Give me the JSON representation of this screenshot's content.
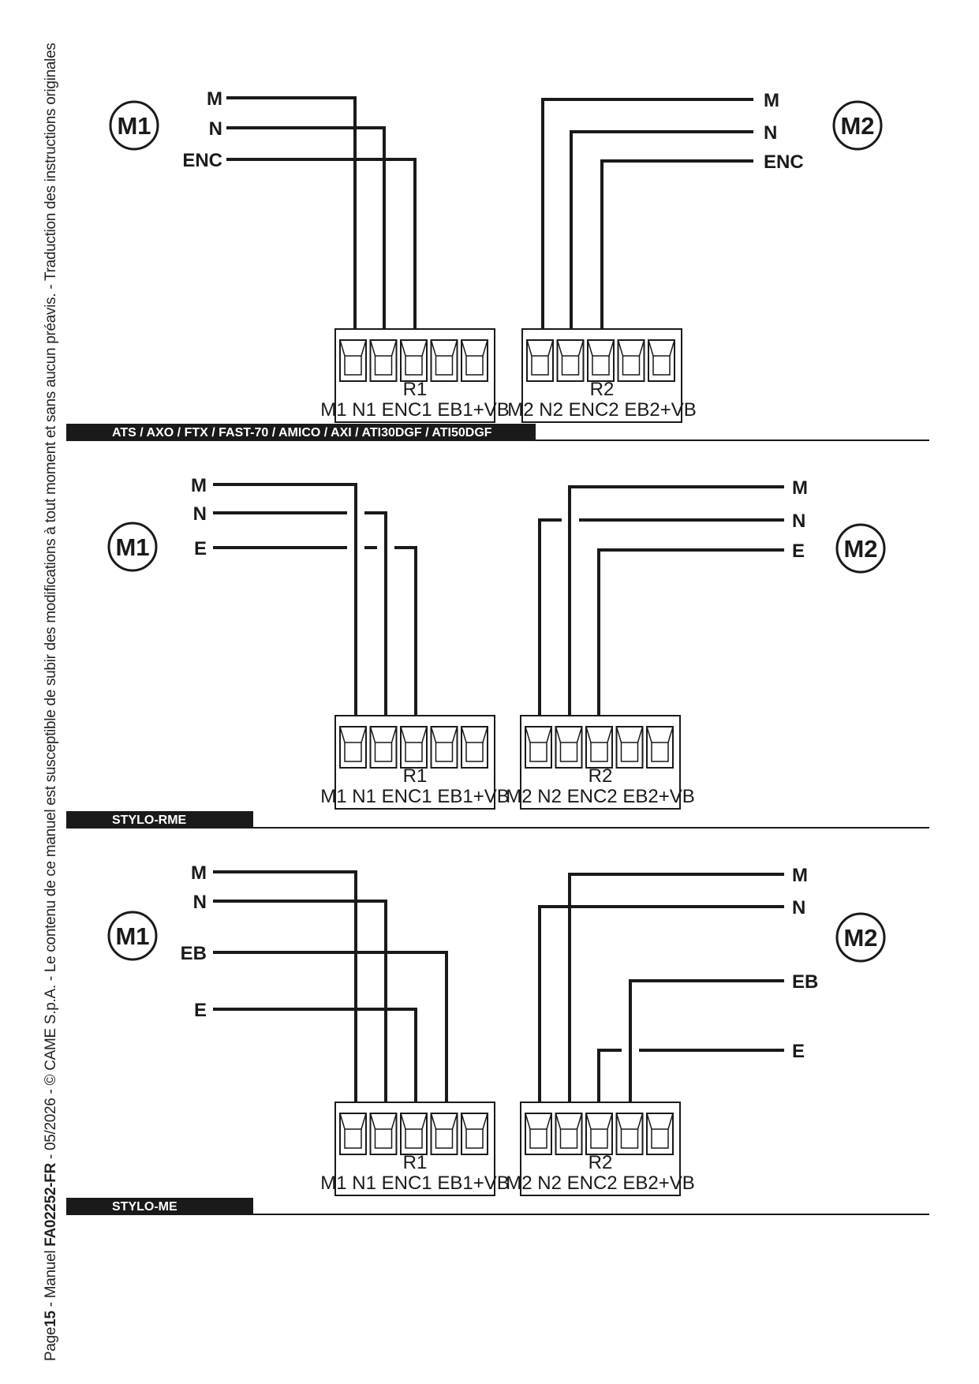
{
  "side_note": {
    "page_word": "Page",
    "page_number": "15",
    "sep1": " - Manuel ",
    "doc_code": "FA02252-FR",
    "rest": " - 05/2026 - © CAME S.p.A. - Le contenu de ce manuel est susceptible de subir des modifications à tout moment et sans aucun préavis. - Traduction des instructions originales"
  },
  "sections": [
    {
      "band": "ATS / AXO / FTX / FAST-70 / AMICO / AXI / ATI30DGF / ATI50DGF",
      "motor_left": "M1",
      "motor_right": "M2",
      "left_wires": [
        "M",
        "N",
        "ENC"
      ],
      "right_wires": [
        "M",
        "N",
        "ENC"
      ],
      "block_left": {
        "name": "R1",
        "terminals": "M1 N1 ENC1 EB1+VB"
      },
      "block_right": {
        "name": "R2",
        "terminals": "M2 N2 ENC2 EB2+VB"
      }
    },
    {
      "band": "STYLO-RME",
      "motor_left": "M1",
      "motor_right": "M2",
      "left_wires": [
        "M",
        "N",
        "E"
      ],
      "right_wires": [
        "M",
        "N",
        "E"
      ],
      "block_left": {
        "name": "R1",
        "terminals": "M1 N1 ENC1 EB1+VB"
      },
      "block_right": {
        "name": "R2",
        "terminals": "M2 N2 ENC2 EB2+VB"
      }
    },
    {
      "band": "STYLO-ME",
      "motor_left": "M1",
      "motor_right": "M2",
      "left_wires": [
        "M",
        "N",
        "EB",
        "E"
      ],
      "right_wires": [
        "M",
        "N",
        "EB",
        "E"
      ],
      "block_left": {
        "name": "R1",
        "terminals": "M1 N1 ENC1 EB1+VB"
      },
      "block_right": {
        "name": "R2",
        "terminals": "M2 N2 ENC2 EB2+VB"
      }
    }
  ]
}
